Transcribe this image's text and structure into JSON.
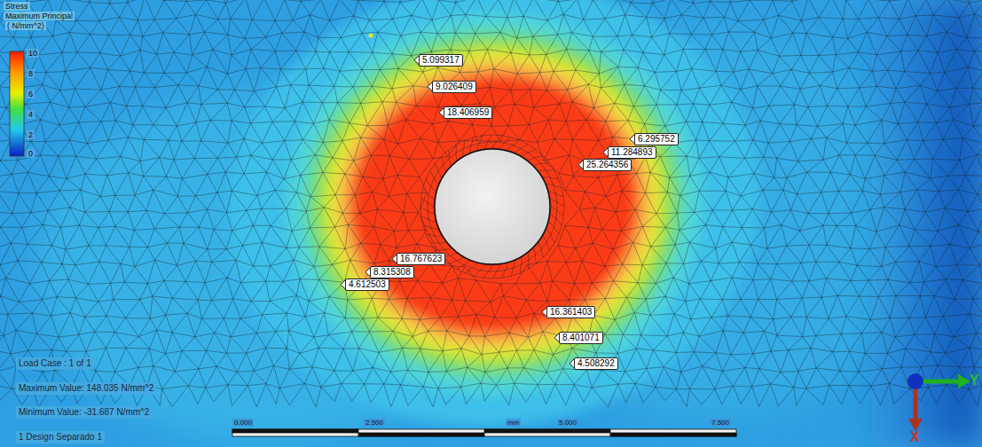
{
  "diagram": {
    "labels": [
      "Stress",
      "Maximum Principal",
      "( N/mm^2)",
      "10",
      "8",
      "6",
      "4",
      "2",
      "0",
      "5.099317",
      "9.026409",
      "18.406959",
      "6.295752",
      "11.284893",
      "25.264356",
      "16.767623",
      "8.315308",
      "4.612503",
      "16.361403",
      "8.401071",
      "4.508292",
      "Load Case : 1 of 1",
      "Maximum Value: 148.035 N/mm^2",
      "Minimum Value: -31.687 N/mm^2",
      "1 Design Separado 1",
      "0.000",
      "2.500",
      "mm",
      "5.000",
      "7.500",
      "Y",
      "X"
    ]
  }
}
